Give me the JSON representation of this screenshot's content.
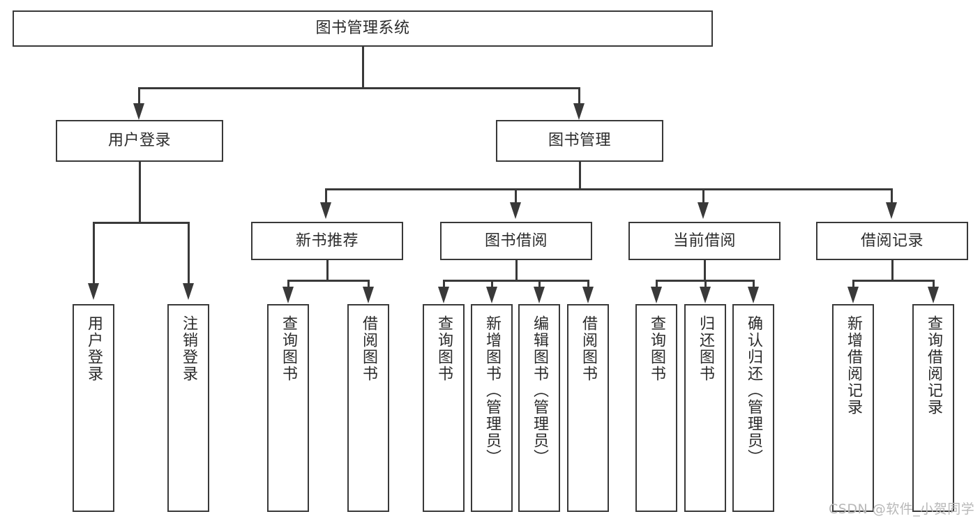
{
  "diagram": {
    "type": "hierarchy-tree",
    "title": "图书管理系统",
    "levels": {
      "root": {
        "label": "图书管理系统"
      },
      "level2": [
        {
          "label": "用户登录"
        },
        {
          "label": "图书管理"
        }
      ],
      "level3": [
        {
          "label": "新书推荐"
        },
        {
          "label": "图书借阅"
        },
        {
          "label": "当前借阅"
        },
        {
          "label": "借阅记录"
        }
      ],
      "leaves": {
        "user_login": [
          {
            "label": "用户登录"
          },
          {
            "label": "注销登录"
          }
        ],
        "new_book": [
          {
            "label": "查询图书"
          },
          {
            "label": "借阅图书"
          }
        ],
        "book_borrow": [
          {
            "label": "查询图书"
          },
          {
            "label": "新增图书（管理员）"
          },
          {
            "label": "编辑图书（管理员）"
          },
          {
            "label": "借阅图书"
          }
        ],
        "current_borrow": [
          {
            "label": "查询图书"
          },
          {
            "label": "归还图书"
          },
          {
            "label": "确认归还（管理员）"
          }
        ],
        "borrow_record": [
          {
            "label": "新增借阅记录"
          },
          {
            "label": "查询借阅记录"
          }
        ]
      }
    },
    "watermark": "CSDN @软件_小贺同学",
    "colors": {
      "stroke": "#393939",
      "text": "#2b2b2b",
      "background": "#ffffff",
      "watermark": "#b8b8b8"
    }
  }
}
